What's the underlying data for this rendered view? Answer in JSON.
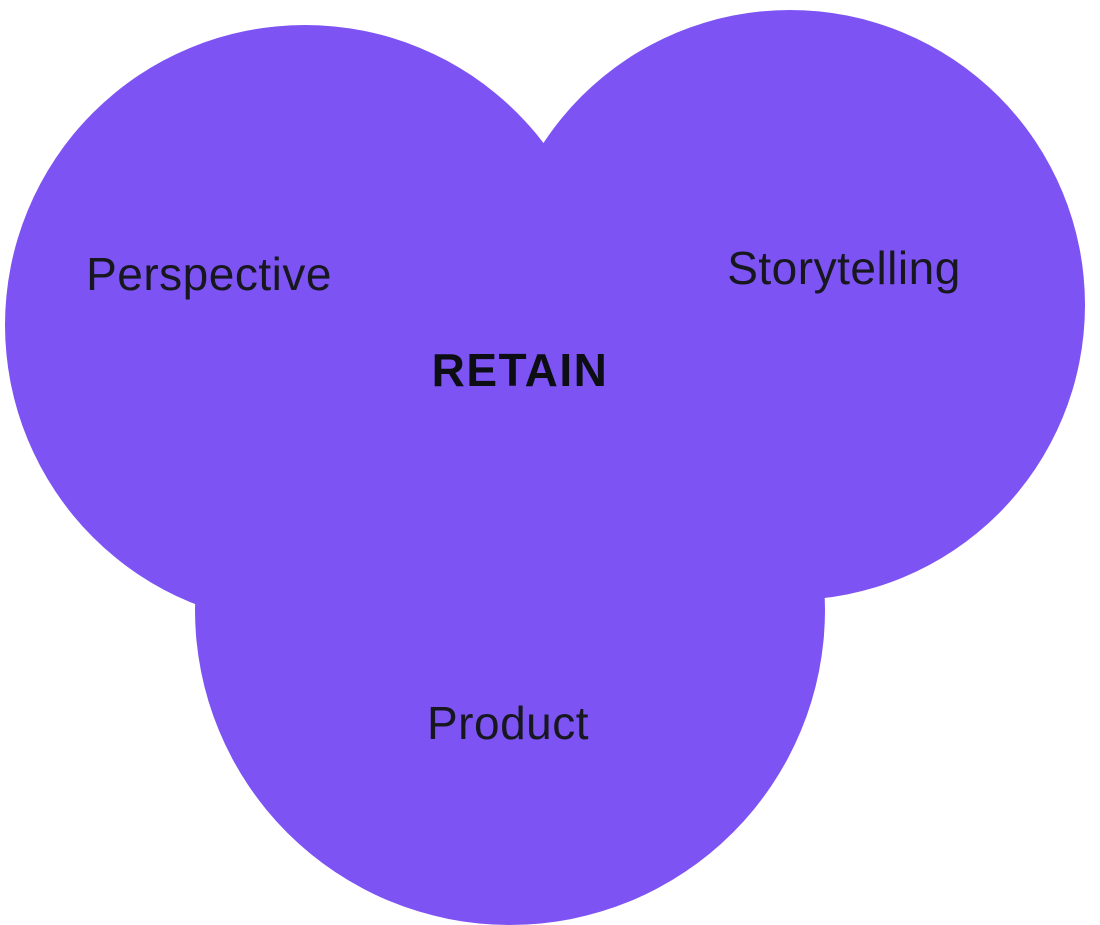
{
  "diagram": {
    "type": "venn",
    "center_label": "RETAIN",
    "circles": [
      {
        "label": "Perspective",
        "position": "top-left"
      },
      {
        "label": "Storytelling",
        "position": "top-right"
      },
      {
        "label": "Product",
        "position": "bottom-center"
      }
    ]
  },
  "colors": {
    "circle-fill": "#7d53f3",
    "label-text": "#17171f",
    "background": "#ffffff"
  }
}
